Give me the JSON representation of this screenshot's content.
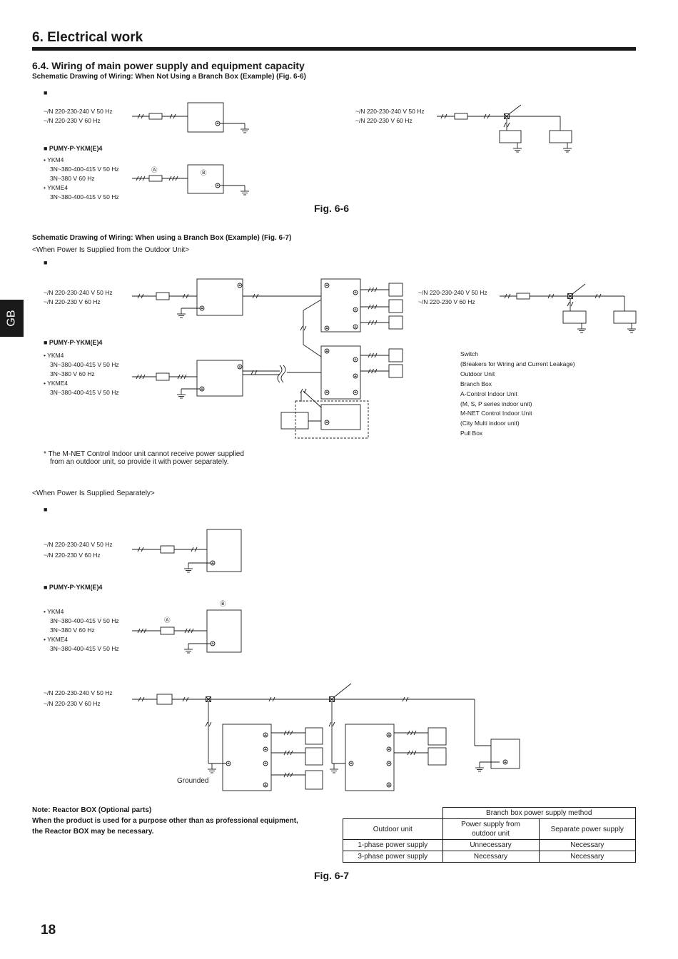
{
  "header": {
    "section_title": "6.  Electrical work",
    "subsection_title": "6.4.  Wiring of main power supply and equipment capacity",
    "side_tab": "GB",
    "page_number": "18"
  },
  "fig66": {
    "caption": "Schematic Drawing of Wiring: When Not Using a Branch Box (Example) (Fig. 6-6)",
    "bullet": "■",
    "v1": "~/N 220-230-240 V 50 Hz",
    "v2": "~/N 220-230 V 60 Hz",
    "model": "■  PUMY-P·YKM(E)4",
    "ykm4": "•  YKM4",
    "ykm4_v1": "3N~380-400-415 V 50 Hz",
    "ykm4_v2": "3N~380 V 60 Hz",
    "ykme4": "•  YKME4",
    "ykme4_v1": "3N~380-400-415 V 50 Hz",
    "mark_a": "Ⓐ",
    "mark_b": "Ⓑ",
    "fig_label": "Fig. 6-6"
  },
  "fig67": {
    "caption": "Schematic Drawing of Wiring: When using a Branch Box (Example) (Fig. 6-7)",
    "sub_outdoor": "<When Power Is Supplied from the Outdoor Unit>",
    "sub_separate": "<When Power Is Supplied Separately>",
    "legend": [
      "Switch",
      "(Breakers for Wiring and Current Leakage)",
      "Outdoor Unit",
      "Branch Box",
      "A-Control Indoor Unit",
      "(M, S, P series indoor unit)",
      "M-NET Control Indoor Unit",
      "(City Multi indoor unit)",
      "Pull Box"
    ],
    "footnote_1": "*  The M-NET Control Indoor unit cannot receive power supplied",
    "footnote_2": "from an outdoor unit, so provide it with power separately.",
    "grounded": "Grounded",
    "fig_label": "Fig. 6-7"
  },
  "note": {
    "title": "Note: Reactor BOX (Optional parts)",
    "line1": "When the product is used for a purpose other than as professional equipment,",
    "line2": "the Reactor BOX may be necessary."
  },
  "power_table": {
    "group_header": "Branch box power supply method",
    "col_outdoor": "Outdoor unit",
    "col_from_outdoor_1": "Power supply from",
    "col_from_outdoor_2": "outdoor unit",
    "col_separate": "Separate power supply",
    "rows": [
      {
        "unit": "1-phase power supply",
        "from_outdoor": "Unnecessary",
        "separate": "Necessary"
      },
      {
        "unit": "3-phase power supply",
        "from_outdoor": "Necessary",
        "separate": "Necessary"
      }
    ]
  }
}
